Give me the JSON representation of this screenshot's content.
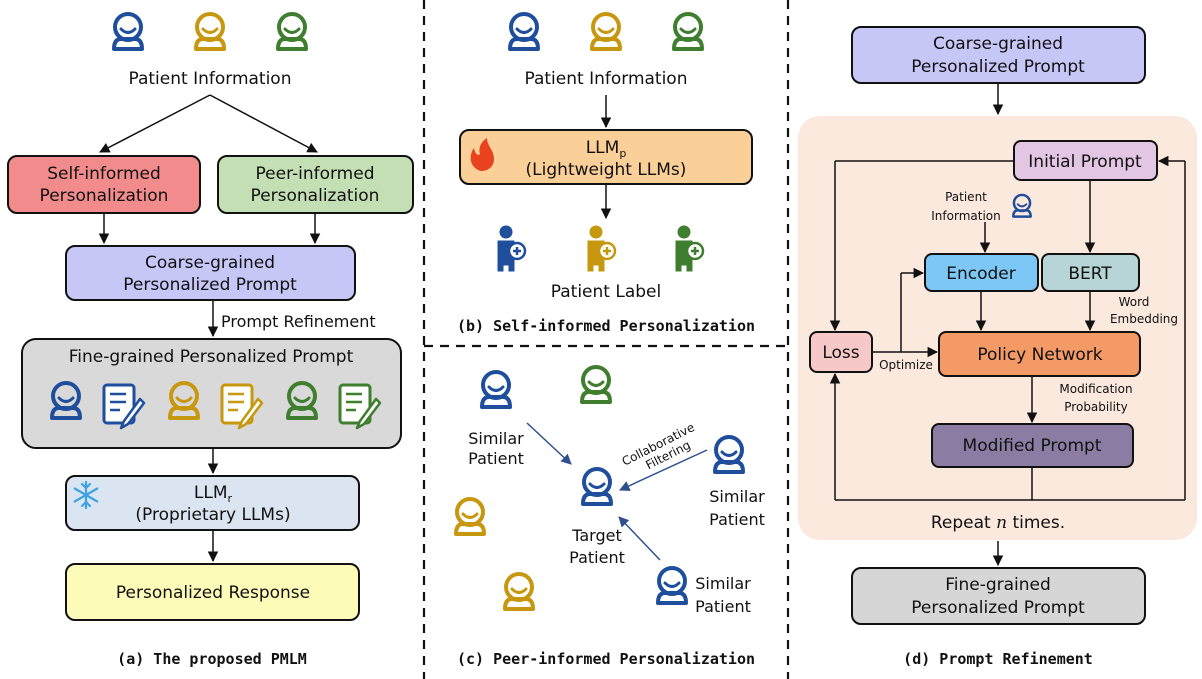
{
  "colors": {
    "blue": "#1f4e9c",
    "gold": "#c7980f",
    "green": "#3e7e2e",
    "self_box": "#f28c8c",
    "peer_box": "#c5dfb4",
    "coarse_box": "#c6c6f7",
    "fine_box": "#d9d9d9",
    "llmr_box": "#dbe5f1",
    "response_box": "#fdfbb8",
    "llmp_box": "#fbcf98",
    "refine_panel": "#fbe9de",
    "initial_box": "#e3c6e3",
    "encoder_box": "#7cc7f5",
    "bert_box": "#b7d5d6",
    "loss_box": "#f6c8c8",
    "policy_box": "#f39a67",
    "modified_box": "#8a7ca3",
    "output_box": "#d6d6d6"
  },
  "icons": [
    "patient-icon",
    "prompt-document-icon",
    "snowflake-icon",
    "flame-icon",
    "patient-label-icon"
  ],
  "panel_a": {
    "patient_information": "Patient Information",
    "self_informed": [
      "Self-informed",
      "Personalization"
    ],
    "peer_informed": [
      "Peer-informed",
      "Personalization"
    ],
    "coarse": [
      "Coarse-grained",
      "Personalized Prompt"
    ],
    "prompt_refinement": "Prompt Refinement",
    "fine": "Fine-grained Personalized Prompt",
    "llm_r": {
      "base": "LLM",
      "sub": "r",
      "line2": "(Proprietary LLMs)"
    },
    "response": "Personalized Response",
    "caption": "(a) The proposed PMLM"
  },
  "panel_b": {
    "patient_information": "Patient Information",
    "llm_p": {
      "base": "LLM",
      "sub": "p",
      "line2": "(Lightweight LLMs)"
    },
    "patient_label": "Patient Label",
    "caption": "(b) Self-informed Personalization"
  },
  "panel_c": {
    "similar_patient_left": [
      "Similar",
      "Patient"
    ],
    "similar_patient_right": [
      "Similar",
      "Patient"
    ],
    "similar_patient_bottom": [
      "Similar",
      "Patient"
    ],
    "target_patient": [
      "Target",
      "Patient"
    ],
    "collaborative_filtering": [
      "Collaborative",
      "Filtering"
    ],
    "caption": "(c) Peer-informed Personalization"
  },
  "panel_d": {
    "coarse": [
      "Coarse-grained",
      "Personalized Prompt"
    ],
    "initial_prompt": "Initial Prompt",
    "patient_information": [
      "Patient",
      "Information"
    ],
    "encoder": "Encoder",
    "bert": "BERT",
    "word_embedding": [
      "Word",
      "Embedding"
    ],
    "loss": "Loss",
    "optimize": "Optimize",
    "policy_network": "Policy Network",
    "modification_probability": [
      "Modification",
      "Probability"
    ],
    "modified_prompt": "Modified Prompt",
    "repeat_prefix": "Repeat ",
    "repeat_var": "n",
    "repeat_suffix": " times.",
    "fine": [
      "Fine-grained",
      "Personalized Prompt"
    ],
    "caption": "(d) Prompt Refinement"
  }
}
